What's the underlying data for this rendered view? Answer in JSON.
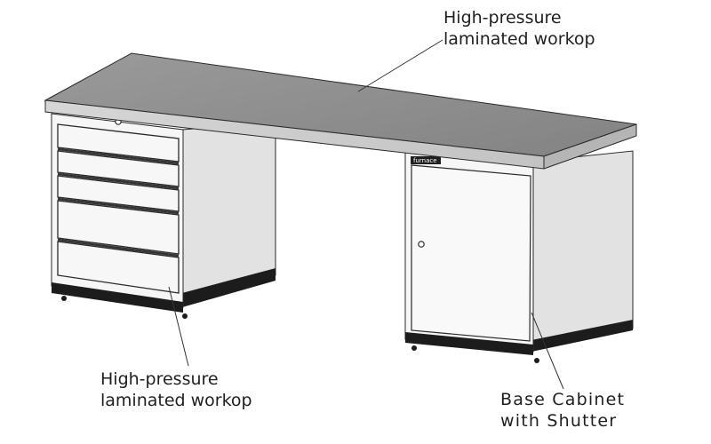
{
  "labels": {
    "top": {
      "line1": "High-pressure",
      "line2": "laminated workop"
    },
    "left": {
      "line1": "High-pressure",
      "line2": "laminated workop"
    },
    "right": {
      "line1": "Base Cabinet",
      "line2": "with Shutter"
    }
  },
  "brand_plate": "furnace",
  "colors": {
    "worktop": "#8e8e8e",
    "worktop_edge": "#cfcfcf",
    "cabinet_front": "#f6f6f6",
    "cabinet_side": "#e2e2e2",
    "plinth": "#1c1c1c",
    "line": "#2a2a2a"
  },
  "icons": [
    "drawer-lock-icon",
    "door-lock-icon"
  ]
}
